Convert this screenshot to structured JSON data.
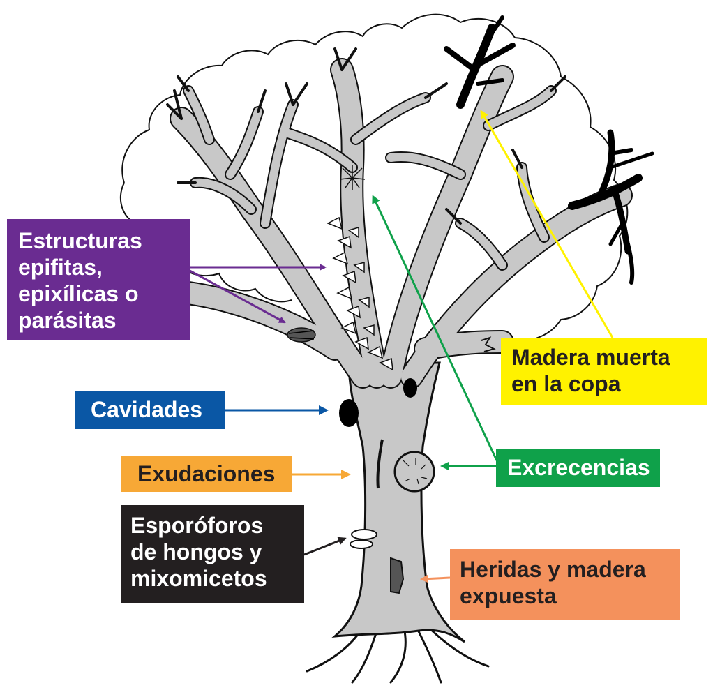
{
  "colors": {
    "bark": "#c8c8c8",
    "outline": "#111111",
    "dead_wood": "#000000",
    "epifitas": "#6a2c91",
    "madera": "#fff200",
    "cavidades": "#0a57a5",
    "exudaciones": "#f7a836",
    "excrecencias": "#0fa14a",
    "esporoforos": "#231f20",
    "heridas": "#f4915c"
  },
  "labels": {
    "epifitas": [
      "Estructuras",
      "epifitas,",
      "epixílicas o",
      "parásitas"
    ],
    "madera": [
      "Madera muerta",
      "en la copa"
    ],
    "cavidades": [
      "Cavidades"
    ],
    "exudaciones": [
      "Exudaciones"
    ],
    "excrecencias": [
      "Excrecencias"
    ],
    "esporoforos": [
      "Esporóforos",
      "de hongos y",
      "mixomicetos"
    ],
    "heridas": [
      "Heridas y madera",
      "expuesta"
    ]
  },
  "icons": [
    "tree-illustration"
  ]
}
